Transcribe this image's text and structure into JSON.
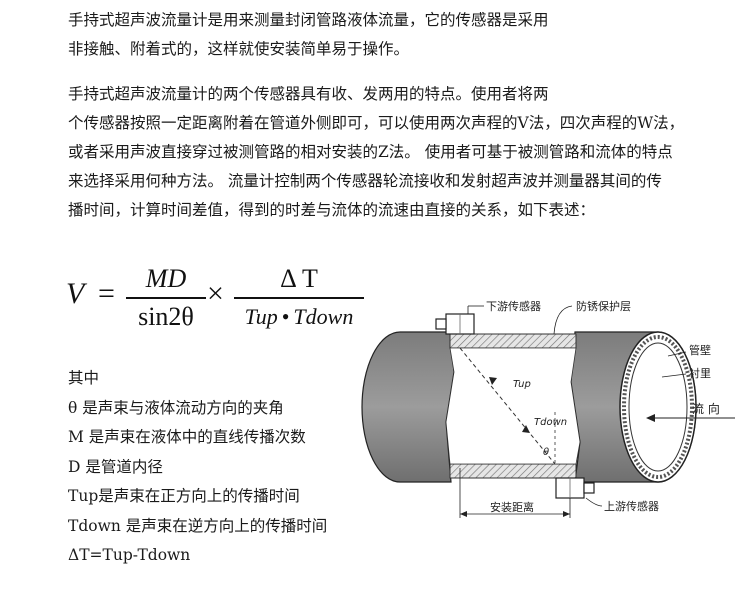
{
  "intro": {
    "lines": [
      "手持式超声波流量计是用来测量封闭管路液体流量，它的传感器是采用",
      "非接触、附着式的，这样就使安装简单易于操作。"
    ]
  },
  "principle": {
    "lines": [
      "手持式超声波流量计的两个传感器具有收、发两用的特点。使用者将两",
      "个传感器按照一定距离附着在管道外侧即可，可以使用两次声程的V法，四次声程的W法，",
      "或者采用声波直接穿过被测管路的相对安装的Z法。 使用者可基于被测管路和流体的特点",
      "来选择采用何种方法。 流量计控制两个传感器轮流接收和发射超声波并测量器其间的传",
      "播时间，计算时间差值，得到的时差与流体的流速由直接的关系，如下表述："
    ]
  },
  "formula": {
    "lhs": "V",
    "equals": "=",
    "frac1_num": "MD",
    "frac1_den": "sin2θ",
    "times": "×",
    "frac2_num": "Δ T",
    "frac2_den_a": "Tup",
    "frac2_den_dot": "•",
    "frac2_den_b": "Tdown"
  },
  "legend": {
    "heading": "其中",
    "items": [
      "θ 是声束与液体流动方向的夹角",
      "M 是声束在液体中的直线传播次数",
      "D 是管道内径",
      "Tup是声束在正方向上的传播时间",
      "Tdown 是声束在逆方向上的传播时间",
      "ΔT=Tup-Tdown"
    ]
  },
  "diagram": {
    "downstream_sensor": "下游传感器",
    "protective_layer": "防锈保护层",
    "pipe_wall": "管壁",
    "lining": "衬里",
    "flow_direction": "流 向",
    "upstream_sensor": "上游传感器",
    "install_distance": "安装距离",
    "tup": "Tup",
    "tdown": "Tdown",
    "theta": "θ"
  }
}
